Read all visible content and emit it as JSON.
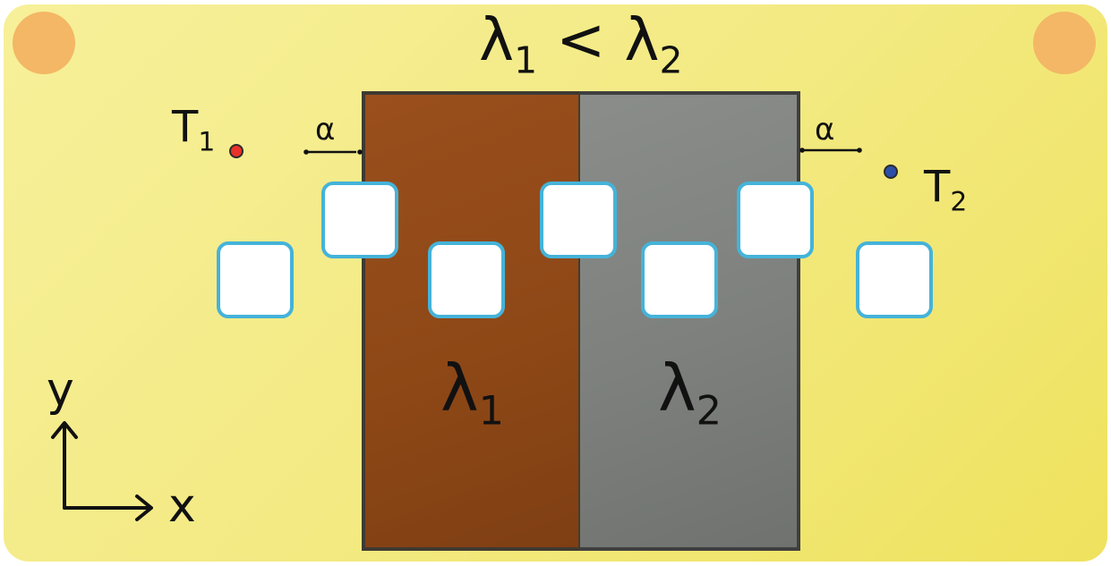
{
  "title": {
    "lhs_symbol": "λ",
    "lhs_subscript": "1",
    "relation": "<",
    "rhs_symbol": "λ",
    "rhs_subscript": "2"
  },
  "materials": [
    {
      "symbol": "λ",
      "subscript": "1",
      "color": "#8d4716"
    },
    {
      "symbol": "λ",
      "subscript": "2",
      "color": "#7d807d"
    }
  ],
  "temperatures": [
    {
      "symbol": "T",
      "subscript": "1",
      "dot_color": "#e8322b"
    },
    {
      "symbol": "T",
      "subscript": "2",
      "dot_color": "#2c4fa8"
    }
  ],
  "heat_transfer_label": "α",
  "axes": {
    "x_label": "x",
    "y_label": "y"
  },
  "colors": {
    "background": "#f3ea83",
    "corner_dots": "#f3b765",
    "tile_border": "#45b3d9"
  }
}
